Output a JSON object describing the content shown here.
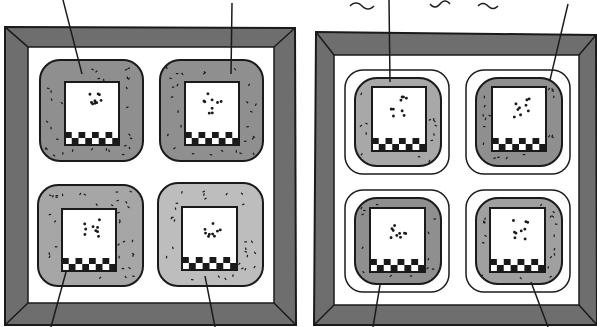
{
  "panels": [
    {
      "id": "left",
      "tiles": [
        {
          "id": "tl",
          "cell_shade": "#8f8f8f"
        },
        {
          "id": "tr",
          "cell_shade": "#8f8f8f"
        },
        {
          "id": "bl",
          "cell_shade": "#a6a6a6"
        },
        {
          "id": "br",
          "cell_shade": "#bdbdbd"
        }
      ]
    },
    {
      "id": "right",
      "tiles": [
        {
          "id": "tl",
          "cell_shade": "#a8a8a8"
        },
        {
          "id": "tr",
          "cell_shade": "#8f8f8f"
        },
        {
          "id": "bl",
          "cell_shade": "#8f8f8f"
        },
        {
          "id": "br",
          "cell_shade": "#a0a0a0"
        }
      ]
    }
  ],
  "colors": {
    "frame": "#6e6e6e",
    "frame_dark": "#3a3a3a",
    "inner_bg": "#ffffff",
    "ink": "#1a1a1a",
    "checker_dark": "#1a1a1a"
  }
}
